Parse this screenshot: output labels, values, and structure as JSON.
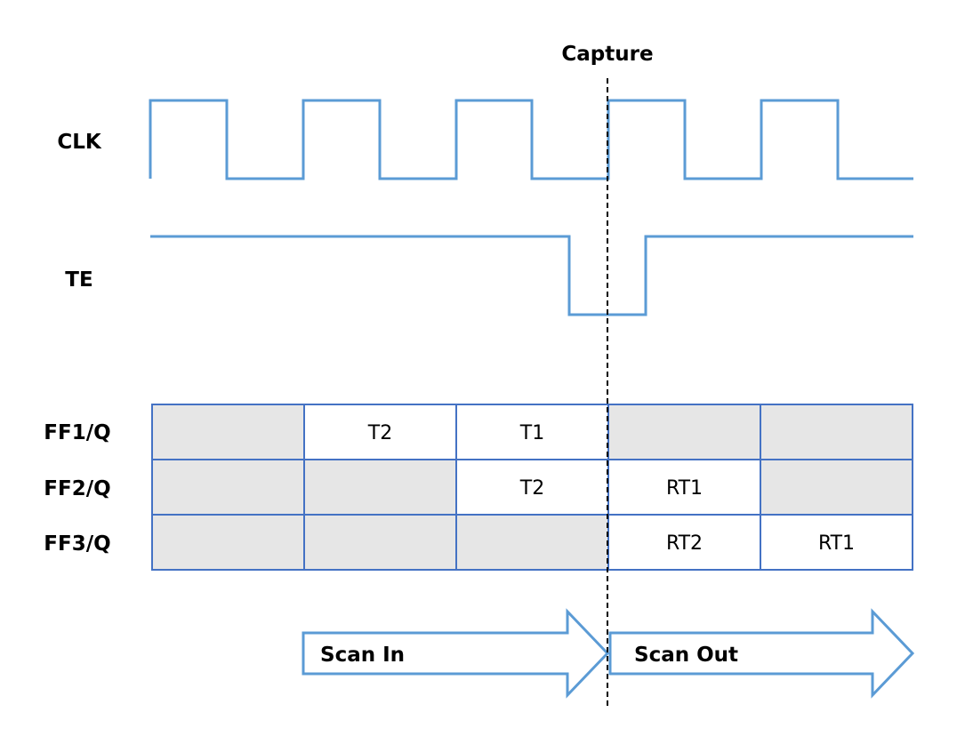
{
  "capture_label": "Capture",
  "signals": {
    "clk": {
      "label": "CLK"
    },
    "te": {
      "label": "TE"
    }
  },
  "rows": [
    {
      "label": "FF1/Q",
      "cells": [
        "",
        "T2",
        "T1",
        "",
        ""
      ],
      "shaded": [
        true,
        false,
        false,
        true,
        true
      ]
    },
    {
      "label": "FF2/Q",
      "cells": [
        "",
        "",
        "T2",
        "RT1",
        ""
      ],
      "shaded": [
        true,
        true,
        false,
        false,
        true
      ]
    },
    {
      "label": "FF3/Q",
      "cells": [
        "",
        "",
        "",
        "RT2",
        "RT1"
      ],
      "shaded": [
        true,
        true,
        true,
        false,
        false
      ]
    }
  ],
  "arrows": {
    "scan_in": "Scan In",
    "scan_out": "Scan Out"
  },
  "colors": {
    "waveform": "#5b9bd5",
    "grid_border": "#4472c4",
    "shade": "#e6e6e6",
    "arrow": "#5b9bd5"
  }
}
